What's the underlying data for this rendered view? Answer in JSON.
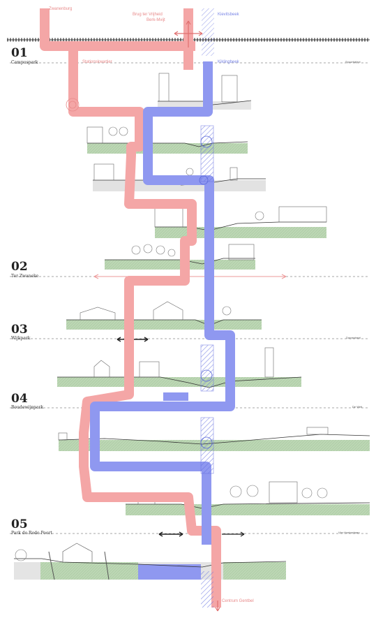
{
  "colors": {
    "red_flow": "#f4a6a6",
    "red_line": "#e07070",
    "blue_flow": "#8f98f0",
    "blue_dark": "#5866d8",
    "green": "#b7d4b0",
    "ground": "#d6d6d6"
  },
  "top_labels": {
    "left_red": "Zwanenburg",
    "center_red_1": "Brug ter Vrijheid",
    "center_red_2": "Berk-Mvijt",
    "right_blue": "Kievitsbeek"
  },
  "sections": [
    {
      "number": "01",
      "name": "Campuspark",
      "right_note": "Spoortraject",
      "mid_label_red": "Stationskwartier",
      "mid_label_blue": "Kiklingbeek"
    },
    {
      "number": "02",
      "name": "Ter Zwaneke",
      "right_note": ""
    },
    {
      "number": "03",
      "name": "Wijkpark",
      "right_note": "Dorpsstraat"
    },
    {
      "number": "04",
      "name": "Boudewijnpark",
      "right_note": "De Weit"
    },
    {
      "number": "05",
      "name": "Park de Rode Poort",
      "right_note": "Vier Hoeksebaan"
    }
  ],
  "bottom_label": "Centrum Gentbel"
}
